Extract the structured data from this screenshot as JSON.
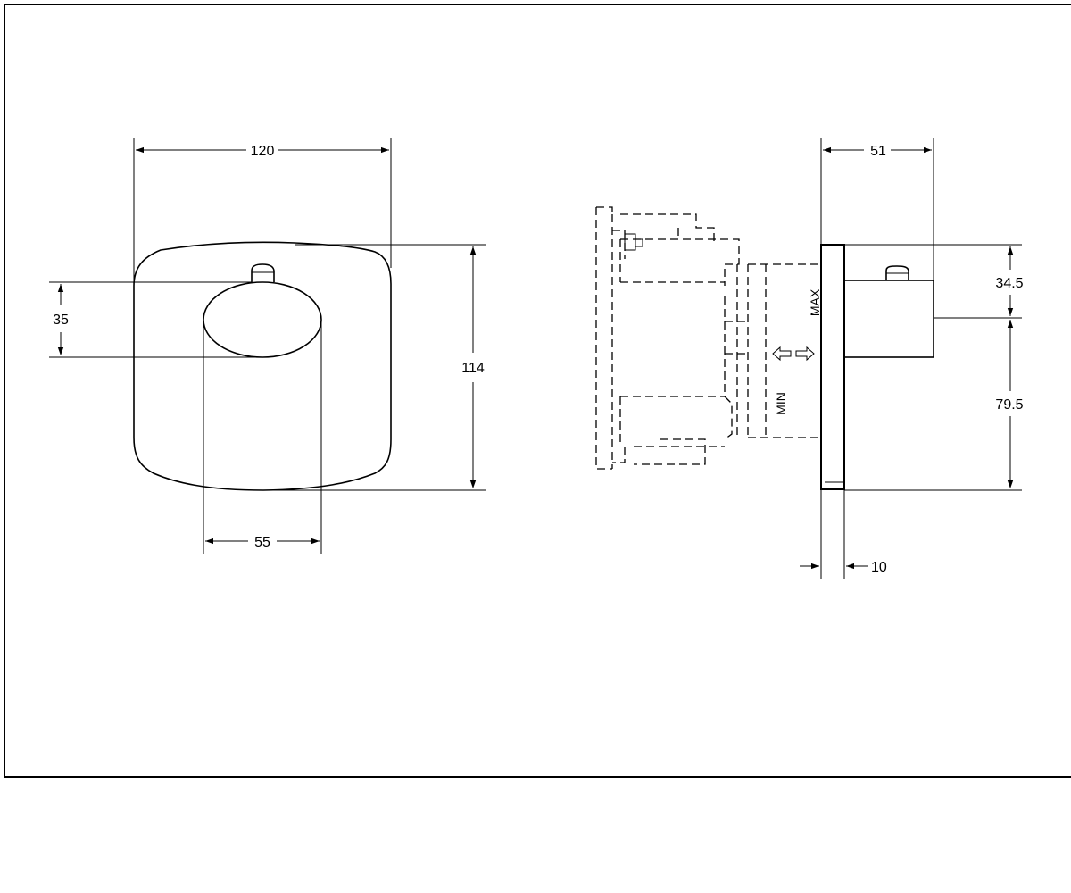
{
  "front_view": {
    "dimensions": {
      "width": "120",
      "height": "114",
      "handle_height": "35",
      "handle_width": "55"
    }
  },
  "side_view": {
    "dimensions": {
      "depth": "51",
      "plate_thickness": "10",
      "upper_offset": "34.5",
      "lower_offset": "79.5"
    },
    "labels": {
      "max": "MAX",
      "min": "MIN"
    }
  }
}
